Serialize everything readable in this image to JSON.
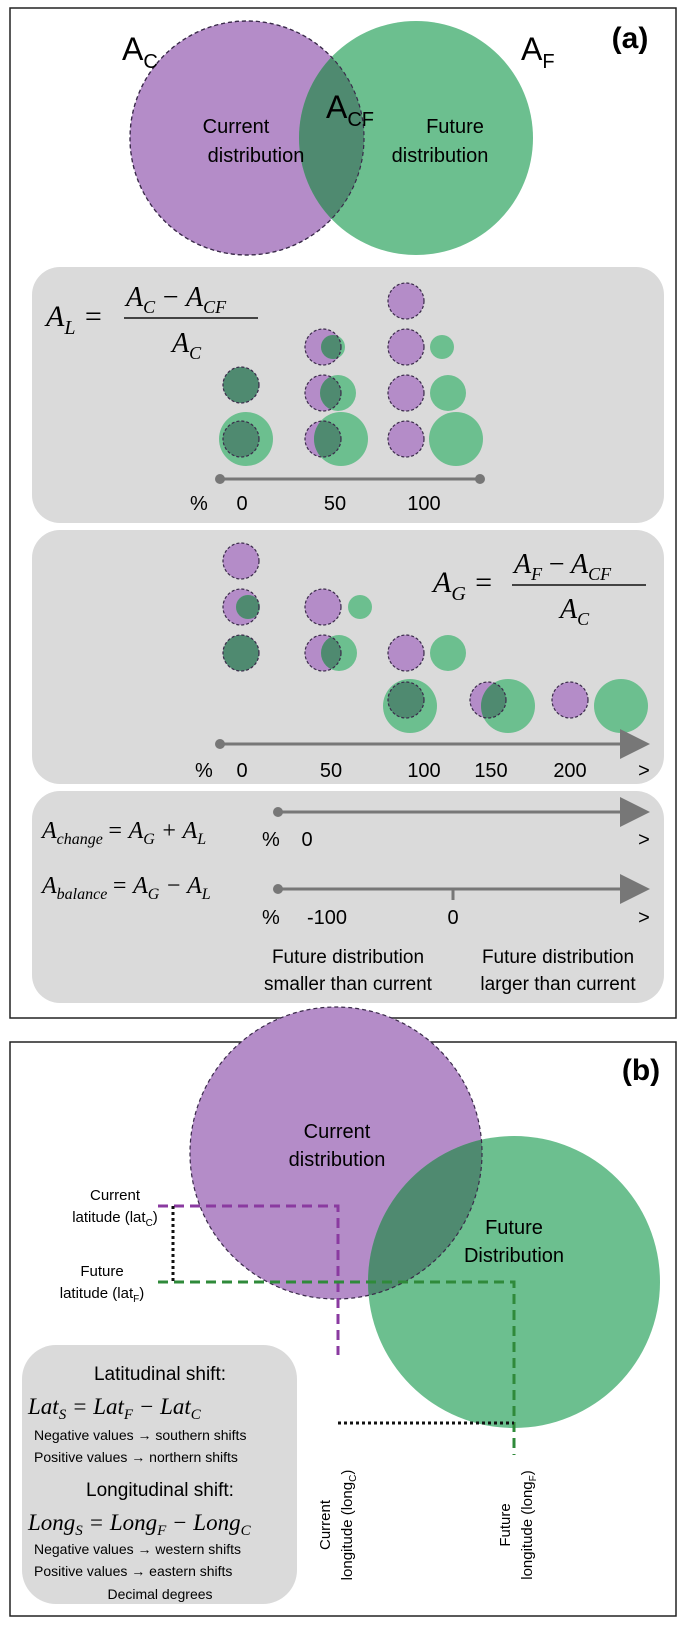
{
  "panel_a": {
    "tag": "(a)",
    "venn": {
      "label_ac_main": "A",
      "label_ac_sub": "C",
      "label_af_main": "A",
      "label_af_sub": "F",
      "label_acf_main": "A",
      "label_acf_sub": "CF",
      "current_line1": "Current",
      "current_line2": "distribution",
      "future_line1": "Future",
      "future_line2": "distribution"
    },
    "loss": {
      "lhs_main": "A",
      "lhs_sub": "L",
      "num_a": "A",
      "num_a_sub": "C",
      "num_minus": "−",
      "num_b": "A",
      "num_b_sub": "CF",
      "den": "A",
      "den_sub": "C",
      "axis_unit": "%",
      "ticks": [
        "0",
        "50",
        "100"
      ]
    },
    "gain": {
      "lhs_main": "A",
      "lhs_sub": "G",
      "num_a": "A",
      "num_a_sub": "F",
      "num_minus": "−",
      "num_b": "A",
      "num_b_sub": "CF",
      "den": "A",
      "den_sub": "C",
      "axis_unit": "%",
      "ticks": [
        "0",
        "50",
        "100",
        "150",
        "200",
        ">"
      ]
    },
    "change": {
      "change_main": "A",
      "change_sub": "change",
      "change_rhs": "= A",
      "change_rhs_sub1": "G",
      "change_plus": " + A",
      "change_rhs_sub2": "L",
      "balance_main": "A",
      "balance_sub": "balance",
      "balance_rhs": "= A",
      "balance_rhs_sub1": "G",
      "balance_minus": " − A",
      "balance_rhs_sub2": "L",
      "change_unit": "%",
      "change_tick": "0",
      "change_end": ">",
      "balance_unit": "%",
      "balance_tick_neg": "-100",
      "balance_tick_zero": "0",
      "balance_end": ">",
      "smaller_line1": "Future distribution",
      "smaller_line2": "smaller than current",
      "larger_line1": "Future distribution",
      "larger_line2": "larger than current"
    }
  },
  "panel_b": {
    "tag": "(b)",
    "current_line1": "Current",
    "current_line2": "distribution",
    "future_line1": "Future",
    "future_line2": "Distribution",
    "cur_lat_line1": "Current",
    "cur_lat_line2": "latitude (lat",
    "cur_lat_sub": "C",
    "cur_lat_close": ")",
    "fut_lat_line1": "Future",
    "fut_lat_line2": "latitude (lat",
    "fut_lat_sub": "F",
    "fut_lat_close": ")",
    "cur_long_line1": "Current",
    "cur_long_line2": "longitude (long",
    "cur_long_sub": "C",
    "cur_long_close": ")",
    "fut_long_line1": "Future",
    "fut_long_line2": "longitude (long",
    "fut_long_sub": "F",
    "fut_long_close": ")",
    "legend": {
      "lat_title": "Latitudinal shift:",
      "lat_eq_a": "Lat",
      "lat_eq_a_sub": "S",
      "lat_eq_b": " = Lat",
      "lat_eq_b_sub": "F",
      "lat_eq_c": " − Lat",
      "lat_eq_c_sub": "C",
      "lat_neg": "Negative values → southern shifts",
      "lat_pos": "Positive values → northern shifts",
      "long_title": "Longitudinal shift:",
      "long_eq_a": "Long",
      "long_eq_a_sub": "S",
      "long_eq_b": " = Long",
      "long_eq_b_sub": "F",
      "long_eq_c": " − Long",
      "long_eq_c_sub": "C",
      "long_neg": "Negative values → western shifts",
      "long_pos": "Positive values → eastern shifts",
      "units": "Decimal degrees"
    }
  },
  "colors": {
    "purple": "#b48cc8",
    "purple_stroke": "#3a2a4a",
    "green": "#6cbf8f",
    "overlap": "#4f8a70",
    "panel_gray": "#dadada",
    "axis": "#777777",
    "purple_dash": "#8a3aa0",
    "green_dash": "#2f8a3a"
  }
}
